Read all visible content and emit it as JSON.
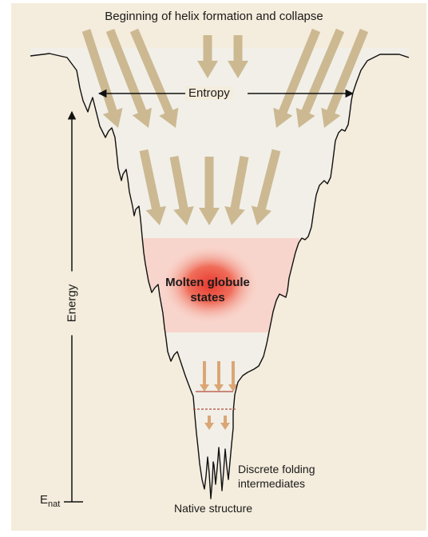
{
  "diagram": {
    "title": "Beginning of helix formation and collapse",
    "entropy_label": "Entropy",
    "energy_label": "Energy",
    "molten_label": "Molten globule states",
    "discrete_label": "Discrete folding intermediates",
    "native_label": "Native structure",
    "enat_main": "E",
    "enat_sub": "nat"
  },
  "colors": {
    "background": "#f4ecdc",
    "funnel_fill": "#f1efe8",
    "molten_band": "#f8d5cc",
    "molten_glow": "#e8382e",
    "arrow": "#c9b48a",
    "outline": "#111111",
    "dashed_line": "#b24a3a"
  }
}
